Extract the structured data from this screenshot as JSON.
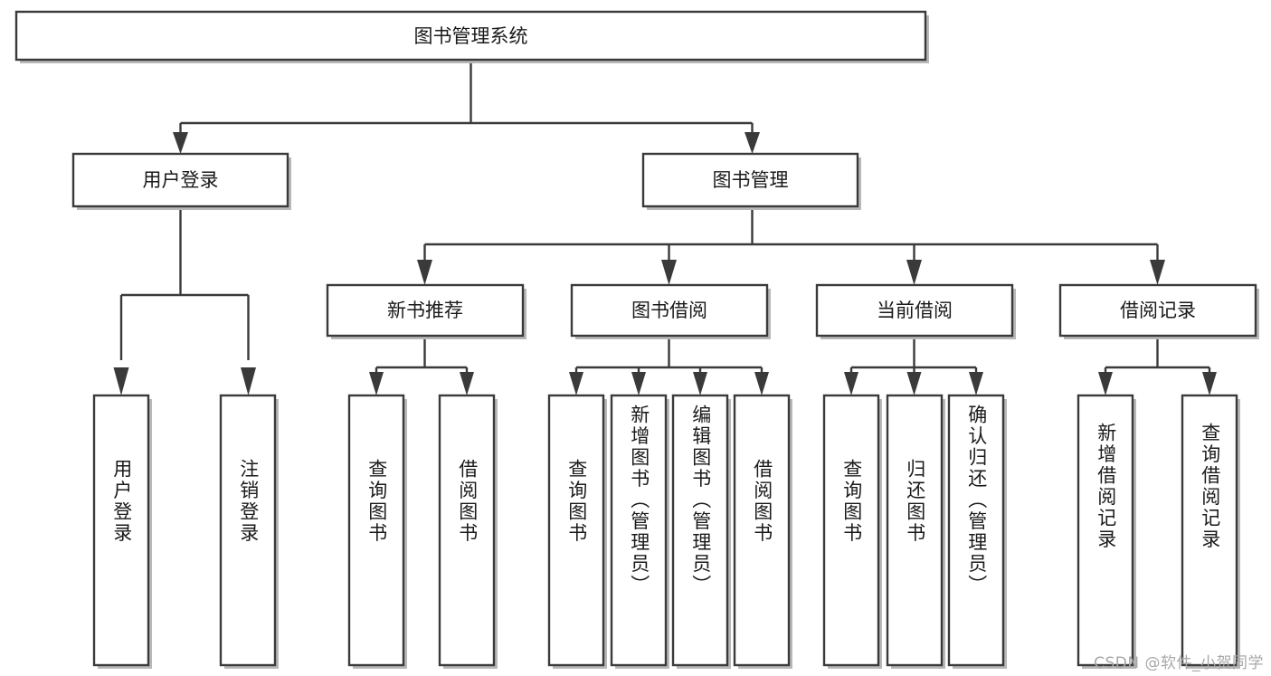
{
  "diagram": {
    "type": "tree",
    "title": "图书管理系统",
    "orientation": "top-down",
    "colors": {
      "box_stroke": "#3a3a3a",
      "box_fill": "#ffffff",
      "connector": "#3a3a3a",
      "text": "#1a1a1a",
      "watermark": "#a8a8a8",
      "background": "#ffffff"
    }
  },
  "root": {
    "label": "图书管理系统"
  },
  "level2": [
    {
      "label": "用户登录"
    },
    {
      "label": "图书管理"
    }
  ],
  "level3": [
    {
      "label": "新书推荐"
    },
    {
      "label": "图书借阅"
    },
    {
      "label": "当前借阅"
    },
    {
      "label": "借阅记录"
    }
  ],
  "leaves": {
    "user_login": [
      {
        "label": "用户登录"
      },
      {
        "label": "注销登录"
      }
    ],
    "new_book": [
      {
        "label": "查询图书"
      },
      {
        "label": "借阅图书"
      }
    ],
    "book_borrow": [
      {
        "label": "查询图书"
      },
      {
        "label": "新增图书（管理员）"
      },
      {
        "label": "编辑图书（管理员）"
      },
      {
        "label": "借阅图书"
      }
    ],
    "current_borrow": [
      {
        "label": "查询图书"
      },
      {
        "label": "归还图书"
      },
      {
        "label": "确认归还（管理员）"
      }
    ],
    "borrow_record": [
      {
        "label": "新增借阅记录"
      },
      {
        "label": "查询借阅记录"
      }
    ]
  },
  "watermark": {
    "text": "CSDN @软件_小贺同学"
  }
}
